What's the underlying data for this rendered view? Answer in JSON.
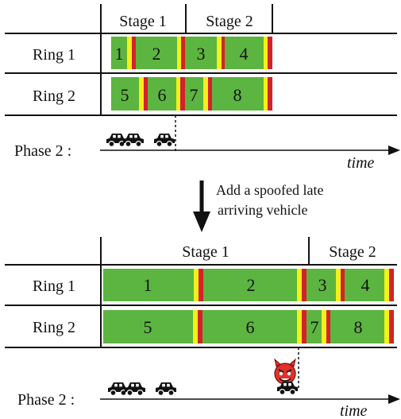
{
  "top": {
    "stage_labels": [
      "Stage 1",
      "Stage 2"
    ],
    "ring_labels": [
      "Ring 1",
      "Ring 2"
    ],
    "ring1_phases": [
      "1",
      "2",
      "3",
      "4"
    ],
    "ring2_phases": [
      "5",
      "6",
      "7",
      "8"
    ],
    "phase_label": "Phase 2 :",
    "time_label": "time"
  },
  "transition": {
    "line1": "Add a spoofed late",
    "line2": "arriving vehicle"
  },
  "bottom": {
    "stage_labels": [
      "Stage 1",
      "Stage 2"
    ],
    "ring_labels": [
      "Ring 1",
      "Ring 2"
    ],
    "ring1_phases": [
      "1",
      "2",
      "3",
      "4"
    ],
    "ring2_phases": [
      "5",
      "6",
      "7",
      "8"
    ],
    "phase_label": "Phase 2 :",
    "time_label": "time"
  },
  "colors": {
    "green": "#5cb540",
    "yellow": "#f5ef1a",
    "red": "#d2232a",
    "black": "#111111",
    "devil": "#e0322a"
  }
}
